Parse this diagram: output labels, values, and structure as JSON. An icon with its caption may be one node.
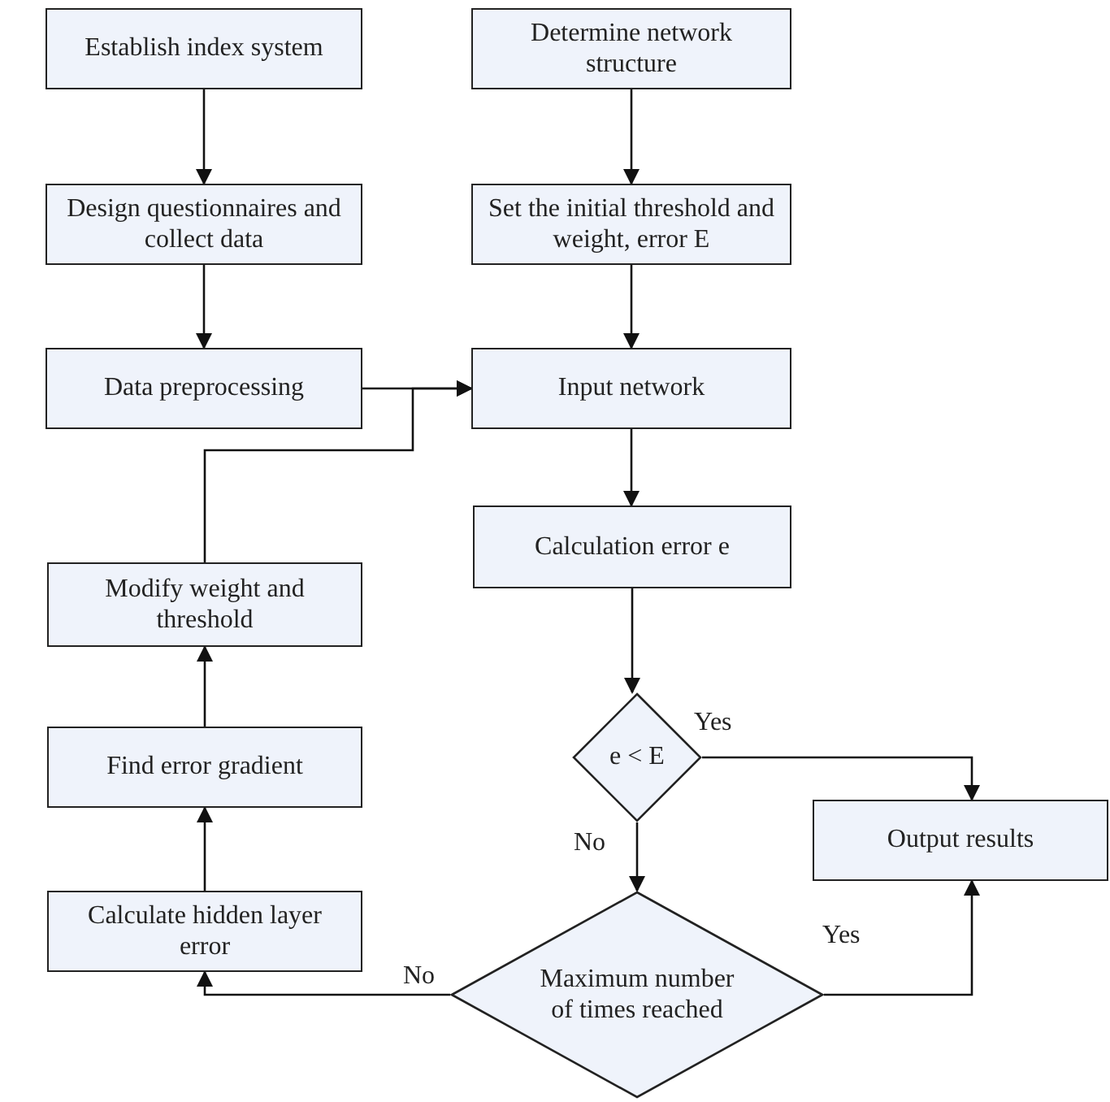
{
  "diagram": {
    "nodes": [
      {
        "text": [
          "Establish index system"
        ]
      },
      {
        "text": [
          "Determine network structure"
        ]
      },
      {
        "text": [
          "Design questionnaires and collect data"
        ]
      },
      {
        "text": [
          "Set the initial threshold and weight, error E"
        ]
      },
      {
        "text": [
          "Data preprocessing"
        ]
      },
      {
        "text": [
          "Input network"
        ]
      },
      {
        "text": [
          "Calculation error e"
        ]
      },
      {
        "text": [
          "e < E"
        ]
      },
      {
        "text": [
          "Output results"
        ]
      },
      {
        "text": [
          "Modify weight and threshold"
        ]
      },
      {
        "text": [
          "Find error gradient"
        ]
      },
      {
        "text": [
          "Calculate hidden layer error"
        ]
      },
      {
        "text": [
          "Maximum number of times reached"
        ]
      }
    ],
    "edges": [
      {
        "from": 0,
        "to": 2,
        "arrow": "to"
      },
      {
        "from": 1,
        "to": 3,
        "arrow": "to"
      },
      {
        "from": 2,
        "to": 4,
        "arrow": "to"
      },
      {
        "from": 3,
        "to": 5,
        "arrow": "to"
      },
      {
        "from": 4,
        "to": 5,
        "arrow": "to"
      },
      {
        "from": 9,
        "to": 5,
        "arrow": "to"
      },
      {
        "from": 5,
        "to": 6,
        "arrow": "to"
      },
      {
        "from": 6,
        "to": 7,
        "arrow": "to"
      },
      {
        "from": 7,
        "to": 8,
        "arrow": "to",
        "label": "Yes"
      },
      {
        "from": 7,
        "to": 12,
        "arrow": "to",
        "label": "No"
      },
      {
        "from": 12,
        "to": 8,
        "arrow": "to",
        "label": "Yes"
      },
      {
        "from": 12,
        "to": 11,
        "arrow": "to",
        "label": "No"
      },
      {
        "from": 11,
        "to": 10,
        "arrow": "to"
      },
      {
        "from": 10,
        "to": 9,
        "arrow": "to"
      }
    ]
  }
}
